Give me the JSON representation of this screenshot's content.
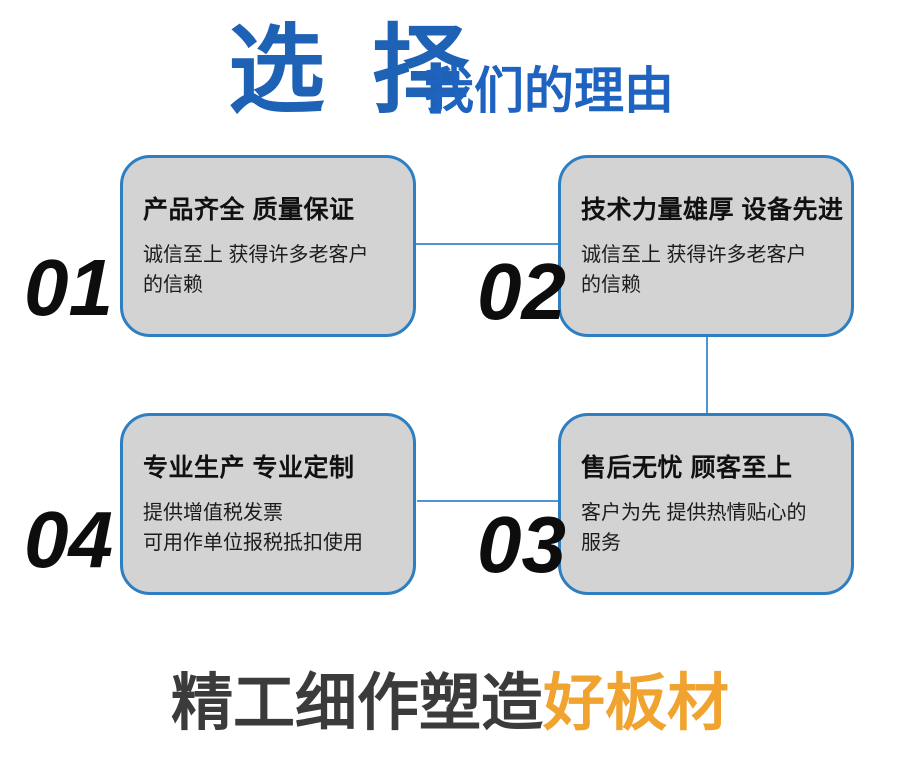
{
  "header": {
    "brand_word": "选 择",
    "subtitle": "我们的理由",
    "brand_color": "#1d62b4",
    "subtitle_color": "#1e63c0"
  },
  "cards": [
    {
      "number": "01",
      "title": "产品齐全 质量保证",
      "lines": [
        "诚信至上 获得许多老客户",
        "的信赖"
      ]
    },
    {
      "number": "02",
      "title": "技术力量雄厚 设备先进",
      "lines": [
        "诚信至上 获得许多老客户",
        "的信赖"
      ]
    },
    {
      "number": "03",
      "title": "售后无忧 顾客至上",
      "lines": [
        "客户为先 提供热情贴心的",
        "服务"
      ]
    },
    {
      "number": "04",
      "title": "专业生产 专业定制",
      "lines": [
        "提供增值税发票",
        "可用作单位报税抵扣使用"
      ]
    }
  ],
  "footer": {
    "text_normal": "精工细作塑造",
    "text_accent": "好板材"
  },
  "colors": {
    "card_background": "#d3d3d3",
    "card_border": "#2e7fc1",
    "connector_line": "#5094d2",
    "number_color": "#0d0d0d",
    "footer_gray": "#3b3b3b",
    "footer_orange": "#f0a32e",
    "page_background": "#ffffff"
  }
}
